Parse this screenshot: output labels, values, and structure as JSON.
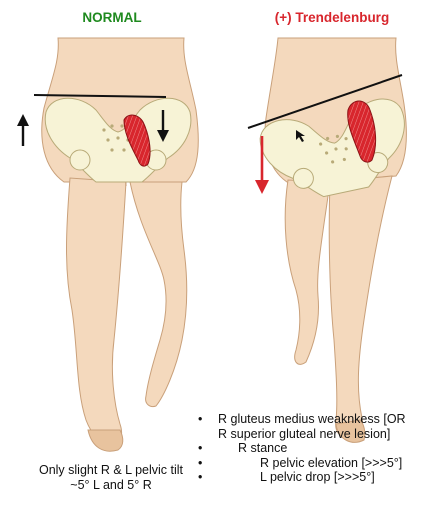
{
  "titles": {
    "normal": "NORMAL",
    "trendelenburg": "(+) Trendelenburg"
  },
  "colors": {
    "normal_title": "#1f8a1f",
    "trend_title": "#d8262d",
    "skin": "#f4d9bd",
    "skin_shade": "#e8c39e",
    "bone": "#f7f3d6",
    "muscle": "#d8262d",
    "line": "#111111"
  },
  "caption_left": {
    "line1": "Only slight R & L pelvic tilt",
    "line2": "~5° L and 5° R"
  },
  "notes": {
    "item1_a": "R gluteus medius weaknkess [OR",
    "item1_b": "R superior gluteal nerve lesion]",
    "item2": "R stance",
    "item3": "R pelvic elevation [>>>5°]",
    "item4": "L pelvic drop [>>>5°]"
  },
  "icons": [
    "arrow-up-icon",
    "arrow-down-icon",
    "arrow-down-red-icon",
    "cursor-icon"
  ]
}
